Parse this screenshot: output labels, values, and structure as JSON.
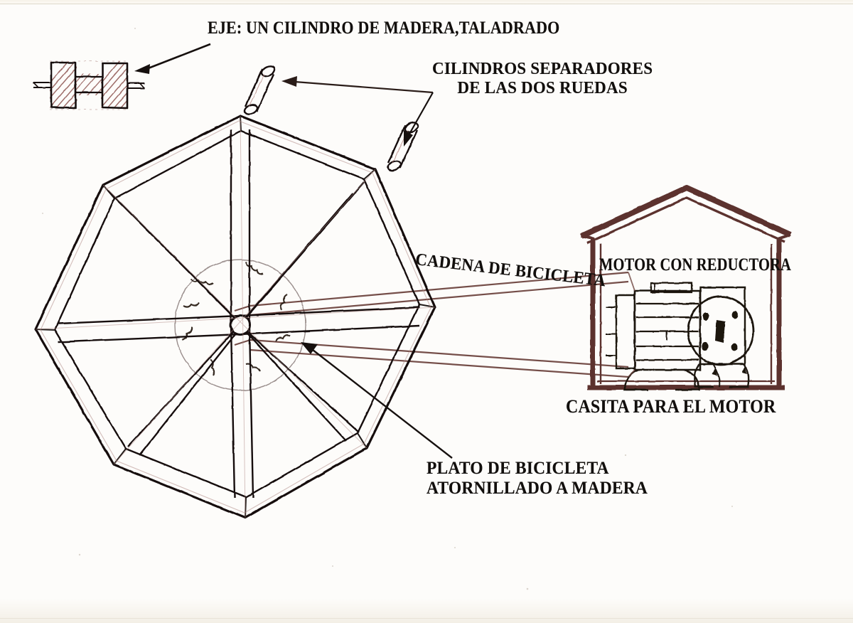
{
  "document": {
    "kind": "hand-drawn technical diagram (scanned)",
    "language": "es",
    "background_color": "#fdfcf9",
    "ink_color": "#141110",
    "pencil_color": "#7c4a46"
  },
  "labels": {
    "axle": "EJE: UN CILINDRO DE MADERA,TALADRADO",
    "spacers_line1": "CILINDROS SEPARADORES",
    "spacers_line2": "DE LAS DOS RUEDAS",
    "chain": "CADENA DE BICICLETA",
    "motor": "MOTOR CON REDUCTORA",
    "motor_house": "CASITA PARA EL MOTOR",
    "sprocket_line1": "PLATO DE BICICLETA",
    "sprocket_line2": "ATORNILLADO A MADERA"
  },
  "parts": {
    "axle_detail": {
      "name": "eje-cilindro-de-madera",
      "description": "cilindro de madera taladrado, vista lateral con dos discos y barra central"
    },
    "spacer_cylinders": {
      "name": "cilindros-separadores",
      "count": 2
    },
    "wheel": {
      "name": "rueda-octogonal",
      "sides": 8,
      "spokes": 8,
      "hub": "buje central",
      "sprocket": "plato dentado de bicicleta"
    },
    "chain": {
      "name": "cadena-de-bicicleta",
      "strands": 2
    },
    "motor_house": {
      "name": "casita-para-el-motor",
      "roof": "a dos aguas"
    },
    "motor": {
      "name": "motor-con-reductora",
      "bolt_holes": 4,
      "fins": 5
    }
  }
}
